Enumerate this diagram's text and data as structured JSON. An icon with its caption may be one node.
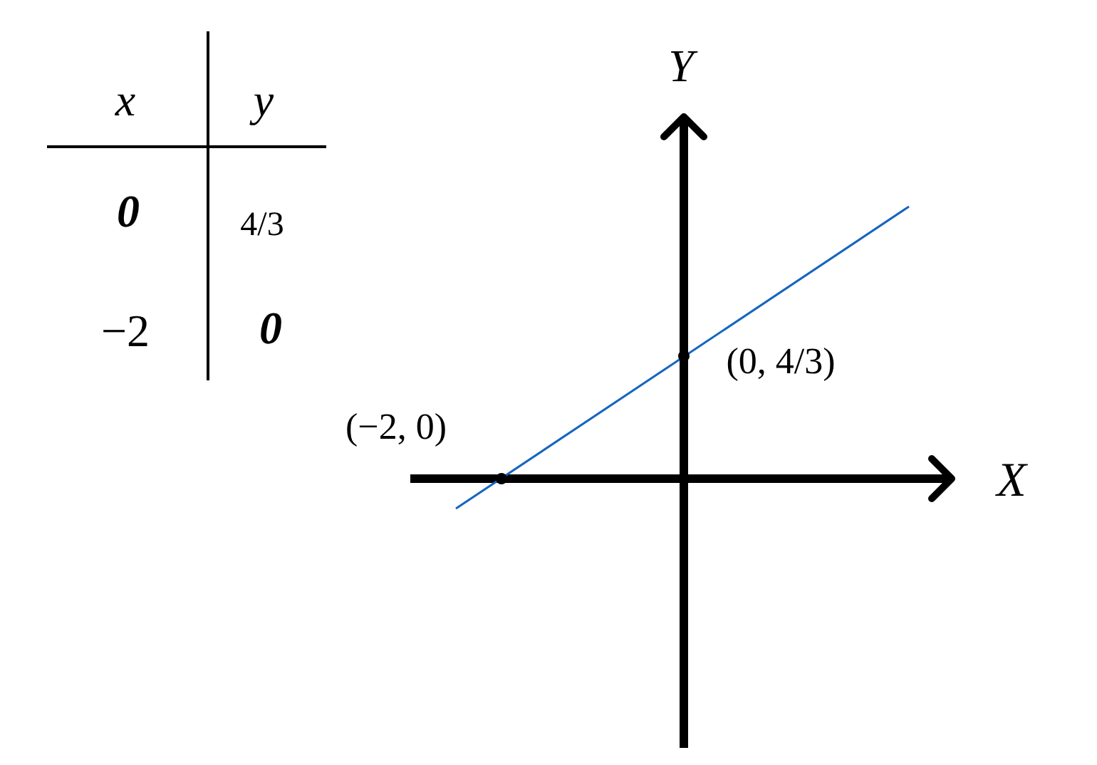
{
  "diagram": {
    "labels": [
      "x",
      "y",
      "0",
      "4/3",
      "−2",
      "0",
      "Y",
      "(−2, 0)",
      "(0, 4/3)",
      "X"
    ]
  }
}
